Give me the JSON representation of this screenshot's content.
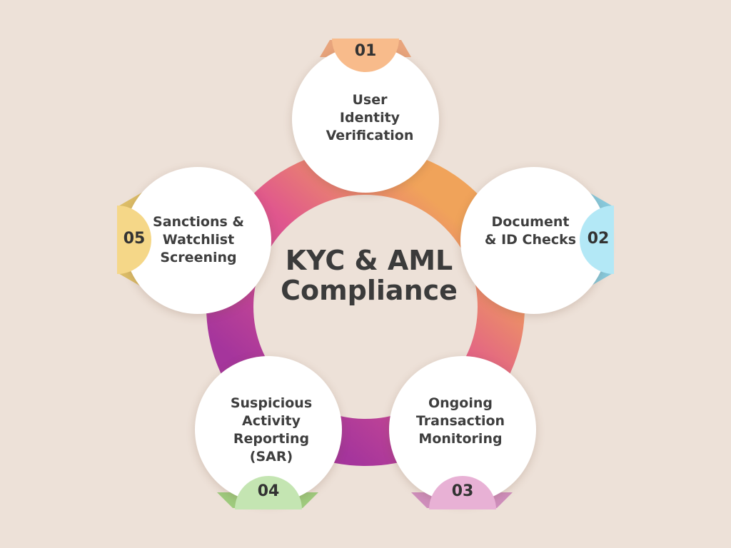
{
  "title": "KYC & AML\nCompliance",
  "colors": {
    "background": "#ede1d8",
    "ring_start": "#f0a35a",
    "ring_mid": "#e0578d",
    "ring_end": "#a5359c",
    "text": "#3e3e3e"
  },
  "steps": [
    {
      "number": "01",
      "label": "User\nIdentity\nVerification",
      "tab_color": "#f8bb8b",
      "wedge_color": "#e8a47c"
    },
    {
      "number": "02",
      "label": "Document\n& ID Checks",
      "tab_color": "#b3e8f6",
      "wedge_color": "#87c9dc"
    },
    {
      "number": "03",
      "label": "Ongoing\nTransaction\nMonitoring",
      "tab_color": "#e8b1d5",
      "wedge_color": "#cf8ebc"
    },
    {
      "number": "04",
      "label": "Suspicious\nActivity\nReporting\n(SAR)",
      "tab_color": "#c4e5b2",
      "wedge_color": "#9fcb7e"
    },
    {
      "number": "05",
      "label": "Sanctions &\nWatchlist\nScreening",
      "tab_color": "#f5d788",
      "wedge_color": "#dcbd68"
    }
  ]
}
